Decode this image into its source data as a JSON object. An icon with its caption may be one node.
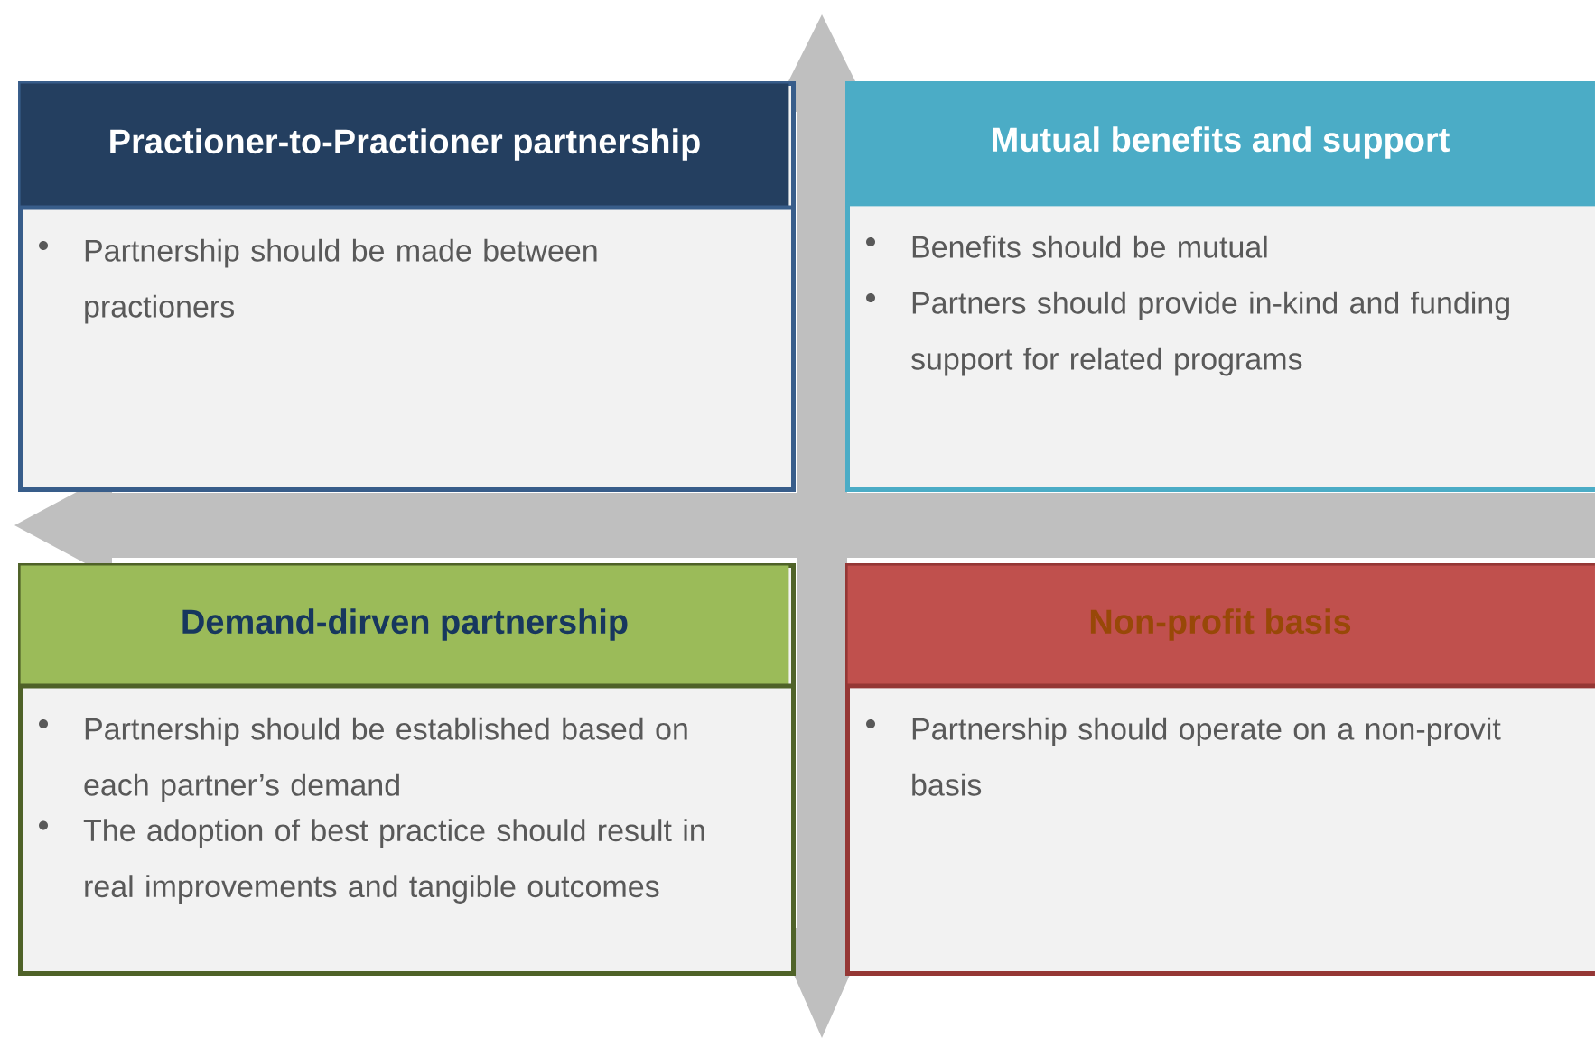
{
  "diagram": {
    "nodes": [
      {
        "text": [
          "Practioner-to-Practioner partnership",
          "Partnership should be made between practioners"
        ]
      },
      {
        "text": [
          "Mutual benefits and support",
          "Benefits should be mutual",
          "Partners should provide in-kind and funding support for related programs"
        ]
      },
      {
        "text": [
          "Demand-dirven partnership",
          "Partnership should be established based on each partner’s demand",
          "The adoption of best practice should result in real improvements and tangible outcomes"
        ]
      },
      {
        "text": [
          "Non-profit basis",
          "Partnership should operate on a non-provit basis"
        ]
      }
    ]
  }
}
